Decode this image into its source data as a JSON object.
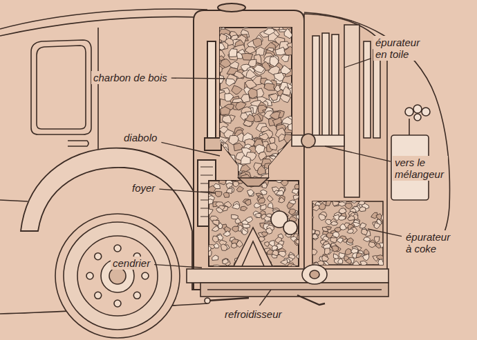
{
  "diagram": {
    "labels": [
      "charbon de bois",
      "épurateur en toile",
      "diabolo",
      "vers le mélangeur",
      "foyer",
      "épurateur à coke",
      "cendrier",
      "refroidisseur"
    ]
  }
}
